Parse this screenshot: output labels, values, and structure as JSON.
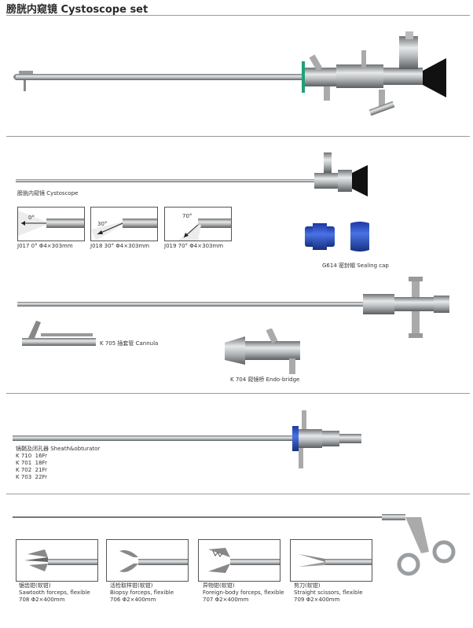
{
  "page": {
    "title": "膀胱内窥镜 Cystoscope set"
  },
  "cystoscope": {
    "label": "膀胱内窥镜 Cystoscope"
  },
  "optics": [
    {
      "angle": "0°",
      "caption": "J017 0° Φ4×303mm"
    },
    {
      "angle": "30°",
      "caption": "J018 30° Φ4×303mm"
    },
    {
      "angle": "70°",
      "caption": "J019 70° Φ4×303mm"
    }
  ],
  "sealing_cap": {
    "label": "G614 密封帽 Sealing cap"
  },
  "cannula": {
    "label": "K 705 插套管 Cannula"
  },
  "endo_bridge": {
    "label": "K 704 窥镜桥 Endo-bridge"
  },
  "sheath": {
    "label": "镜鞘及闭孔器 Sheath&obturator",
    "sizes": [
      {
        "code": "K 710",
        "size": "16Fr"
      },
      {
        "code": "K 701",
        "size": "18Fr"
      },
      {
        "code": "K 702",
        "size": "21Fr"
      },
      {
        "code": "K 703",
        "size": "22Fr"
      }
    ]
  },
  "forceps": [
    {
      "cn": "锯齿钳(软钳)",
      "en": "Sawtooth forceps, flexible",
      "spec": "708  Φ2×400mm"
    },
    {
      "cn": "活检取样钳(软钳)",
      "en": "Biopsy forceps, flexible",
      "spec": "706  Φ2×400mm"
    },
    {
      "cn": "异物钳(软钳)",
      "en": "Foreign-body forceps, flexible",
      "spec": "707  Φ2×400mm"
    },
    {
      "cn": "剪刀(软钳)",
      "en": "Straight scissors, flexible",
      "spec": "709  Φ2×400mm"
    }
  ],
  "colors": {
    "steel": "#b9bcbe",
    "steel_dark": "#6f7376",
    "cap_blue": "#2b52c6",
    "seal_green": "#1fa07a",
    "eyepiece": "#111111"
  }
}
